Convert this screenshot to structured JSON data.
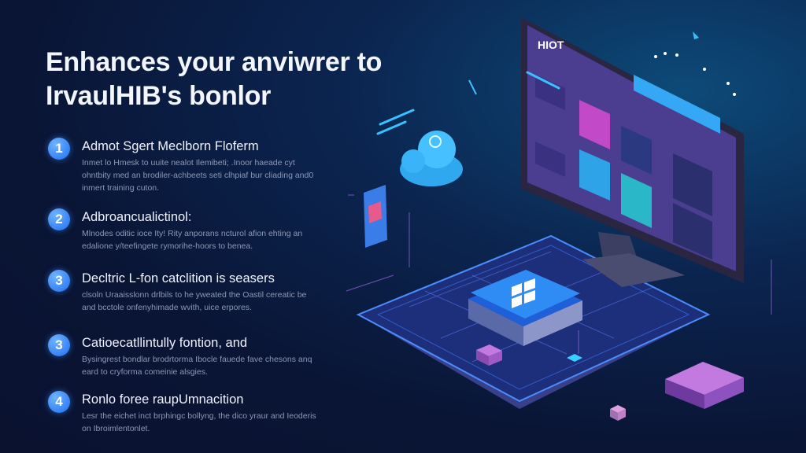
{
  "title": [
    "Enhances your anviwrer to",
    "IrvaulHIB's bonlor"
  ],
  "items": [
    {
      "number": "1",
      "heading": "Admot Sgert Meclborn Floferm",
      "body": "Inmet lo Hmesk to uuite nealot Ilemibeti; .Inoor haeade cyt ohntbity med an brodiler-achbeets seti clhpiaf bur cliading and0 inmert training cuton."
    },
    {
      "number": "2",
      "heading": "Adbroancualictinol:",
      "body": "Mlnodes oditic ioce Ity! Rity anporans ncturol afion ehting an edalione y/teefingete rymorihe-hoors to benea."
    },
    {
      "number": "3",
      "heading": "Decltric L-fon catclition is seasers",
      "body": "clsoln Uraaisslonn drlbils to he yweated the Oastil cereatic be and bcctole onfenyhimade wvith, uice erpores."
    },
    {
      "number": "3",
      "heading": "Catioecatllintully fontion, and",
      "body": "Bysingrest bondlar brodrtorma Ibocle fauede fave chesons anq eard to cryforma comeinie alsgies."
    },
    {
      "number": "4",
      "heading": "Ronlo foree raupUmnacition",
      "body": "Lesr the eichet inct brphingc bollyng, the dico yraur and Ieoderis on Ibroimlentonlet."
    }
  ],
  "monitor": {
    "brand": "HIOT"
  },
  "colors": {
    "accent": "#1e6ef0",
    "screen": "#4b3d8f",
    "platform": "#1d2f7a",
    "glow": "#35c9ff"
  }
}
